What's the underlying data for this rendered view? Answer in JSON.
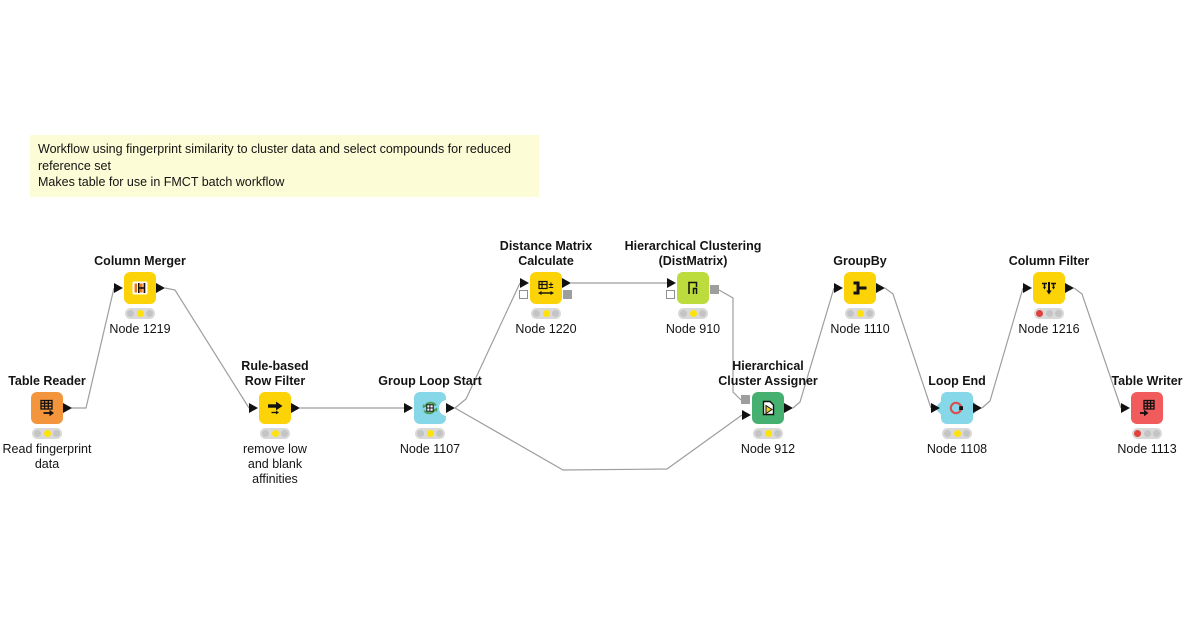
{
  "workflow_annotation": {
    "line1": "Workflow using fingerprint similarity to cluster data and select compounds for reduced reference set",
    "line2": "Makes table for use in FMCT batch workflow",
    "background_color": "#FCFCD6"
  },
  "colors": {
    "node_orange": "#F3953D",
    "node_yellow": "#FCD307",
    "node_cyan": "#86D7E8",
    "node_lime": "#BCDB3C",
    "node_green": "#45B06F",
    "node_red": "#F15B5B",
    "connection_line": "#9E9E9E",
    "traffic_light_yellow": "#FFE20A",
    "traffic_light_red": "#E0423B",
    "port_black": "#111111",
    "port_gray_square": "#9E9E9E"
  },
  "nodes": [
    {
      "title": "Table Reader",
      "annotation": "Read fingerprint data",
      "color": "#F3953D",
      "traffic_light": "yellow"
    },
    {
      "title": "Column Merger",
      "annotation": "Node 1219",
      "color": "#FCD307",
      "traffic_light": "yellow"
    },
    {
      "title": "Rule-based Row Filter",
      "annotation": "remove low and blank affinities",
      "color": "#FCD307",
      "traffic_light": "yellow"
    },
    {
      "title": "Group Loop Start",
      "annotation": "Node 1107",
      "color": "#86D7E8",
      "traffic_light": "yellow"
    },
    {
      "title": "Distance Matrix Calculate",
      "annotation": "Node 1220",
      "color": "#FCD307",
      "traffic_light": "yellow"
    },
    {
      "title": "Hierarchical Clustering (DistMatrix)",
      "annotation": "Node 910",
      "color": "#BCDB3C",
      "traffic_light": "yellow"
    },
    {
      "title": "Hierarchical Cluster Assigner",
      "annotation": "Node 912",
      "color": "#45B06F",
      "traffic_light": "yellow"
    },
    {
      "title": "GroupBy",
      "annotation": "Node 1110",
      "color": "#FCD307",
      "traffic_light": "yellow"
    },
    {
      "title": "Loop End",
      "annotation": "Node 1108",
      "color": "#86D7E8",
      "traffic_light": "yellow"
    },
    {
      "title": "Column Filter",
      "annotation": "Node 1216",
      "color": "#FCD307",
      "traffic_light": "red"
    },
    {
      "title": "Table Writer",
      "annotation": "Node 1113",
      "color": "#F15B5B",
      "traffic_light": "red"
    }
  ]
}
